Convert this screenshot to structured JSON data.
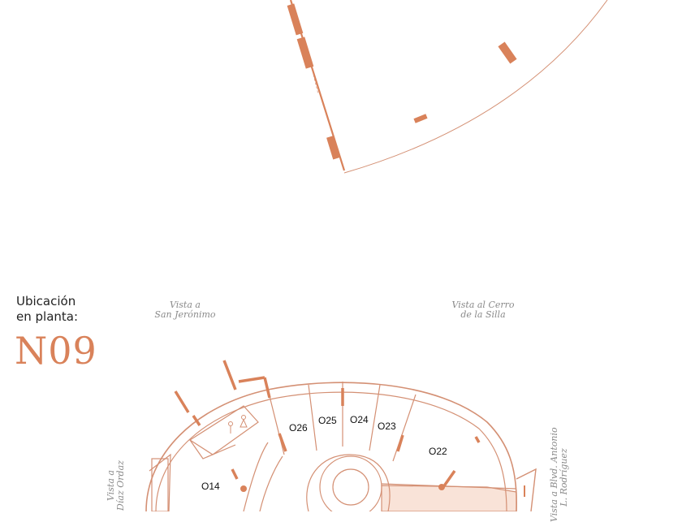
{
  "heading": {
    "line1": "Ubicación",
    "line2": "en planta:"
  },
  "unit_code": "N09",
  "views": {
    "san_jeronimo": {
      "line1": "Vista a",
      "line2": "San Jerónimo"
    },
    "cerro_silla": {
      "line1": "Vista al Cerro",
      "line2": "de la Silla"
    },
    "diaz_ordaz": {
      "line1": "Vista a",
      "line2": "Díaz Ordaz"
    },
    "blvd_antonio": {
      "line1": "Vista a Blvd. Antonio",
      "line2": "L. Rodríguez"
    }
  },
  "rooms": {
    "o26": "O26",
    "o25": "O25",
    "o24": "O24",
    "o23": "O23",
    "o22": "O22",
    "o14": "O14"
  },
  "colors": {
    "accent": "#d9825a",
    "line": "#d49074",
    "highlight": "#f9e3d8",
    "text": "#111111",
    "muted": "#8a8a8a"
  }
}
